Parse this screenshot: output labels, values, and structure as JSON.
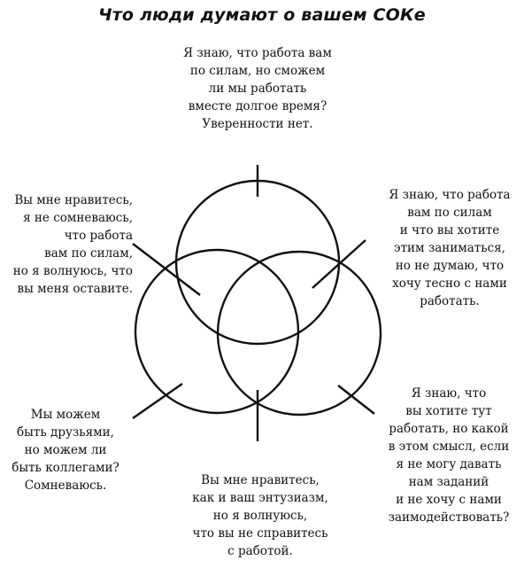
{
  "title": "Что люди думают о вашем СОКе",
  "captions": {
    "top": [
      "Я знаю, что работа вам",
      "по силам, но сможем",
      "ли мы работать",
      "вместе долгое время?",
      "Уверенности нет."
    ],
    "upper_left": [
      "Вы мне нравитесь,",
      "я не сомневаюсь,",
      "что работа",
      "вам по силам,",
      "но я волнуюсь, что",
      "вы меня оставите."
    ],
    "upper_right": [
      "Я знаю, что работа",
      "вам по силам",
      "и что вы хотите",
      "этим заниматься,",
      "но не думаю, что",
      "хочу тесно с нами",
      "работать."
    ],
    "lower_left": [
      "Мы можем",
      "быть друзьями,",
      "но можем ли",
      "быть коллегами?",
      "Сомневаюсь."
    ],
    "bottom": [
      "Вы мне нравитесь,",
      "как и ваш энтузиазм,",
      "но я волнуюсь,",
      "что вы не справитесь",
      "с работой."
    ],
    "lower_right": [
      "Я знаю, что",
      "вы хотите тут",
      "работать, но какой",
      "в этом смысл, если",
      "я не могу давать",
      "нам заданий",
      "и не хочу с нами",
      "заимодействовать?"
    ]
  },
  "colors": {
    "ink": "#111111",
    "background": "#ffffff"
  }
}
